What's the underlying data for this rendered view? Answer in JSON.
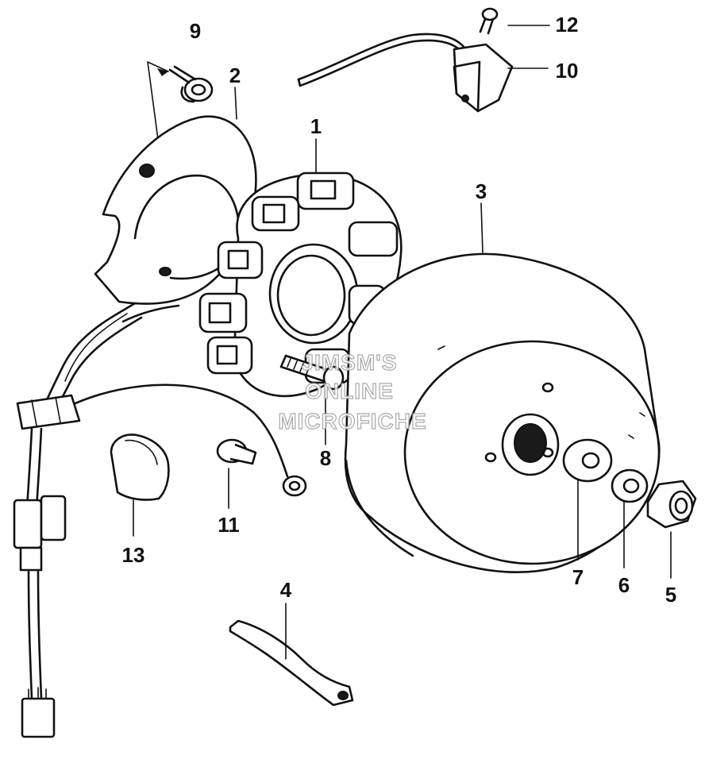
{
  "diagram": {
    "callouts": {
      "p1": "1",
      "p2": "2",
      "p3": "3",
      "p4": "4",
      "p5": "5",
      "p6": "6",
      "p7": "7",
      "p8": "8",
      "p9": "9",
      "p10": "10",
      "p11": "11",
      "p12": "12",
      "p13": "13"
    },
    "watermark": {
      "line1": "JIMSM'S",
      "line2": "ONLINE",
      "line3": "MICROFICHE"
    }
  }
}
